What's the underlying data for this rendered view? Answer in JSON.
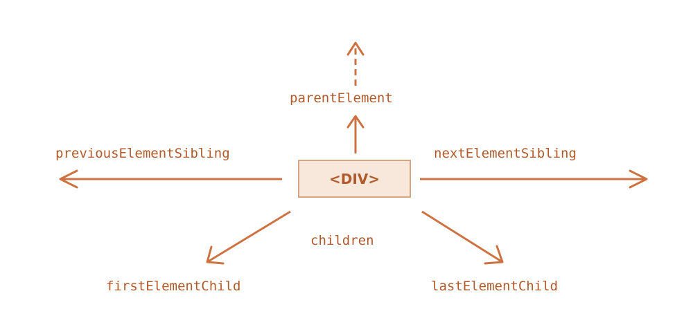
{
  "colors": {
    "arrow": "#cd7240",
    "property_text": "#b05a2b",
    "box_text": "#b05a2b",
    "box_fill": "#f8e8db",
    "box_border": "#d6a584"
  },
  "node": {
    "label": "<DIV>"
  },
  "labels": {
    "parent": "parentElement",
    "previous": "previousElementSibling",
    "next": "nextElementSibling",
    "children": "children",
    "first_child": "firstElementChild",
    "last_child": "lastElementChild"
  }
}
